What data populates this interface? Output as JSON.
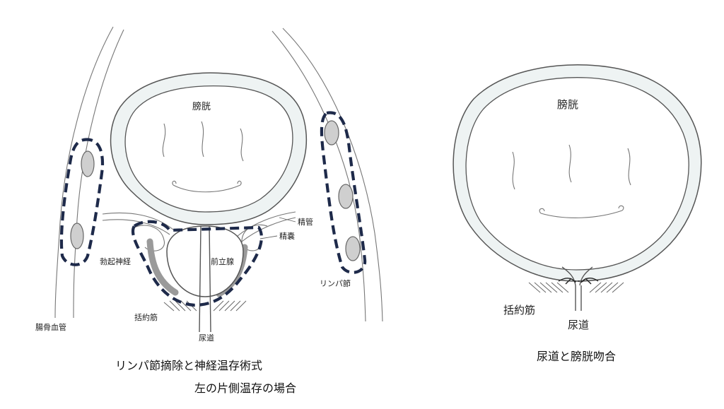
{
  "left_figure": {
    "labels": {
      "bladder": "膀胱",
      "vas_deferens": "精管",
      "seminal_vesicle": "精嚢",
      "erectile_nerve": "勃起神経",
      "prostate": "前立腺",
      "lymph_node": "リンパ節",
      "sphincter": "括約筋",
      "iliac_vessels": "腸骨血管",
      "urethra": "尿道"
    },
    "caption_line1": "リンパ節摘除と神経温存術式",
    "caption_line2": "左の片側温存の場合"
  },
  "right_figure": {
    "labels": {
      "bladder": "膀胱",
      "sphincter": "括約筋",
      "urethra": "尿道"
    },
    "caption": "尿道と膀胱吻合"
  },
  "colors": {
    "dashed_outline": "#1e2a4a",
    "nerve_gray": "#9a9a9a",
    "bladder_wall": "#eef3f3"
  }
}
